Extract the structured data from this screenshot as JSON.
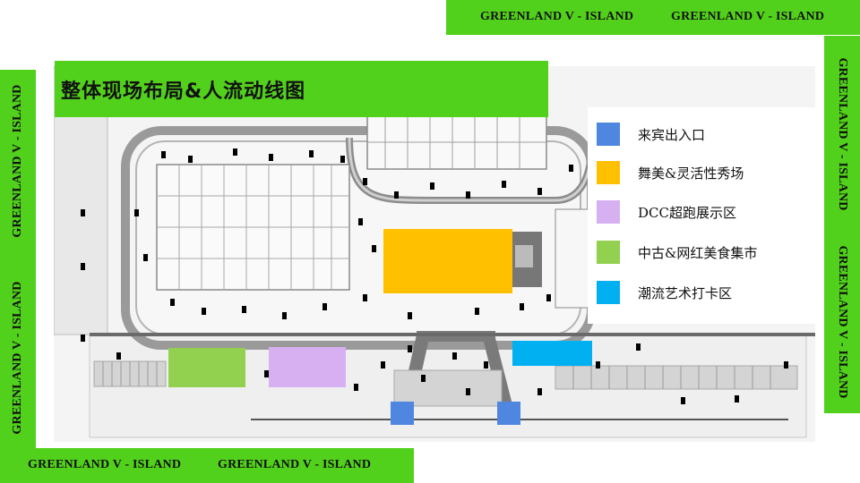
{
  "title": "整体现场布局&人流动线图",
  "brand": {
    "text": "GREENLAND V - ISLAND",
    "color": "#52d11c"
  },
  "legend": [
    {
      "label": "来宾出入口",
      "color": "#4f86e0"
    },
    {
      "label": "舞美&灵活性秀场",
      "color": "#ffc000"
    },
    {
      "label": "DCC超跑展示区",
      "color": "#d6b0f1"
    },
    {
      "label": "中古&网红美食集市",
      "color": "#92d050"
    },
    {
      "label": "潮流艺术打卡区",
      "color": "#00b0f0"
    }
  ]
}
